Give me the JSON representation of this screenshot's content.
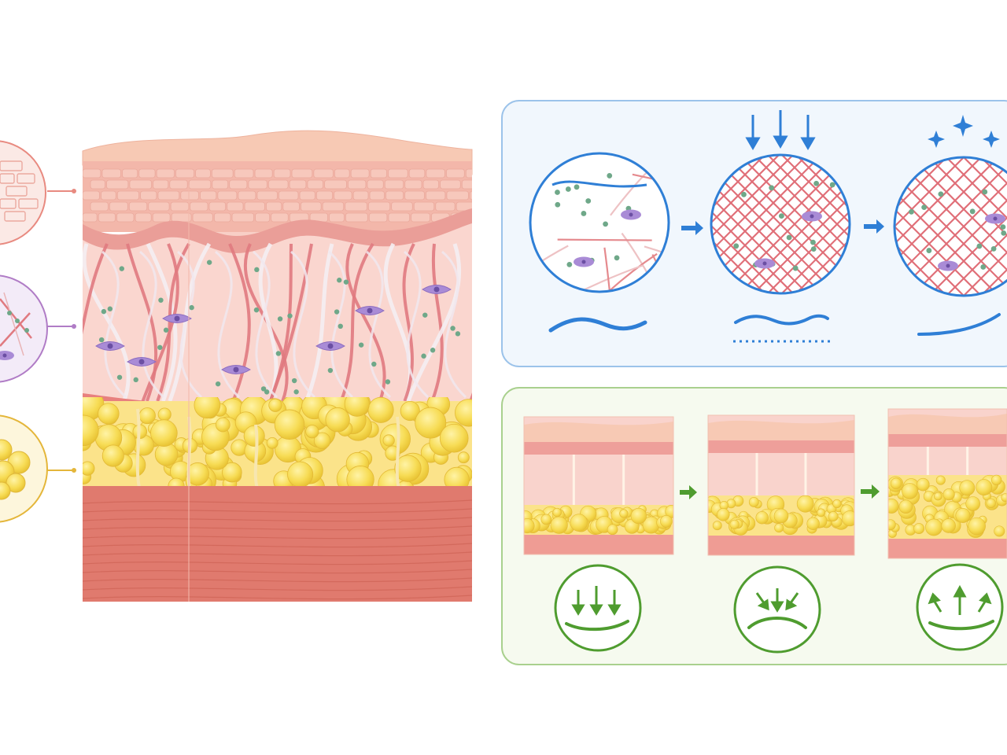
{
  "title": "",
  "colors": {
    "epidermis": "#f6c2b2",
    "dermis": "#f9d3cc",
    "collagen": "#e07a80",
    "elastin": "#ffffff",
    "fibroblast": "#a98bd6",
    "hyaluronic": "#6fa889",
    "fat": "#f5d84f",
    "muscle": "#e07a6e",
    "panel_blue_border": "#9cc3ea",
    "panel_blue_bg": "#f1f7fd",
    "accent_blue": "#2f7fd6",
    "panel_green_border": "#a9d08e",
    "panel_green_bg": "#f6faef",
    "accent_green": "#4f9c2f",
    "callout_epidermis": "#e88a80",
    "callout_dermis": "#b07cc6",
    "callout_fat": "#e4b63a"
  },
  "callouts": [
    {
      "name": "epidermis-callout",
      "icon": "skin-cells-icon"
    },
    {
      "name": "dermis-callout",
      "icon": "collagen-network-icon"
    },
    {
      "name": "fat-callout",
      "icon": "fat-cells-icon"
    }
  ],
  "collagen_panel": {
    "stages": [
      {
        "name": "loose-network",
        "icon": "wavy-line-icon"
      },
      {
        "name": "compressed-network",
        "icon": "pressure-arrows-icon"
      },
      {
        "name": "restored-network",
        "icon": "sparkle-icon"
      }
    ]
  },
  "fat_panel": {
    "stages": [
      {
        "name": "thin-fat-layer",
        "icon": "down-arrows-icon"
      },
      {
        "name": "medium-fat-layer",
        "icon": "inward-arrows-icon"
      },
      {
        "name": "full-fat-layer",
        "icon": "up-arrows-icon"
      }
    ]
  }
}
